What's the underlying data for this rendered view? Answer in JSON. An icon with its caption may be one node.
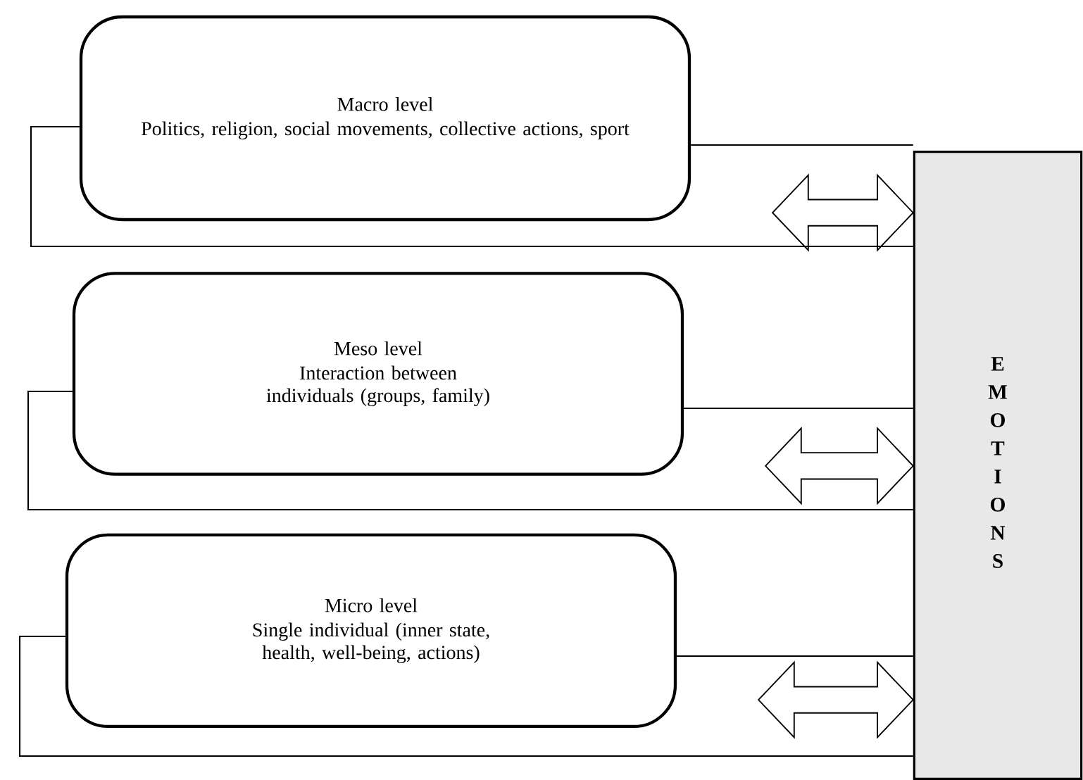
{
  "diagram": {
    "nodes": [
      {
        "text": [
          "Macro level",
          "Politics, religion, social movements, collective actions, sport"
        ]
      },
      {
        "text": [
          "Meso level",
          "Interaction between individuals (groups, family)"
        ]
      },
      {
        "text": [
          "Micro level",
          "Single individual (inner state, health, well-being, actions)"
        ]
      },
      {
        "text": [
          "EMOTIONS"
        ]
      }
    ],
    "edges": [
      {
        "from": 0,
        "to": 3,
        "arrow": "both"
      },
      {
        "from": 1,
        "to": 3,
        "arrow": "both"
      },
      {
        "from": 2,
        "to": 3,
        "arrow": "both"
      },
      {
        "from": 0,
        "to": 3,
        "arrow": "none"
      },
      {
        "from": 0,
        "to": 3,
        "arrow": "none"
      },
      {
        "from": 1,
        "to": 3,
        "arrow": "none"
      },
      {
        "from": 1,
        "to": 3,
        "arrow": "none"
      },
      {
        "from": 2,
        "to": 3,
        "arrow": "none"
      },
      {
        "from": 2,
        "to": 3,
        "arrow": "none"
      }
    ]
  }
}
